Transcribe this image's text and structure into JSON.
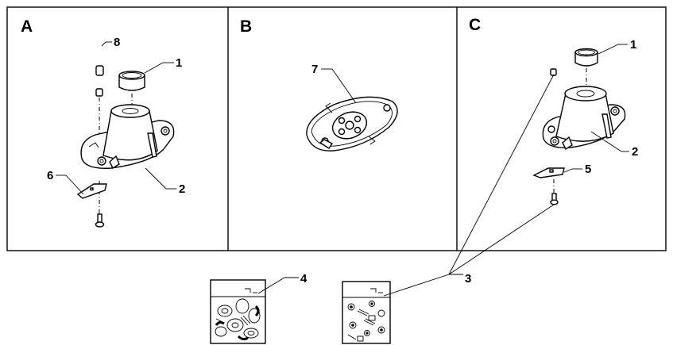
{
  "panels": [
    {
      "letter": "A"
    },
    {
      "letter": "B"
    },
    {
      "letter": "C"
    }
  ],
  "callouts": {
    "a_8": "8",
    "a_1": "1",
    "a_6": "6",
    "a_2": "2",
    "b_7": "7",
    "c_1": "1",
    "c_2": "2",
    "c_5": "5",
    "bag_4": "4",
    "bag_3": "3"
  }
}
